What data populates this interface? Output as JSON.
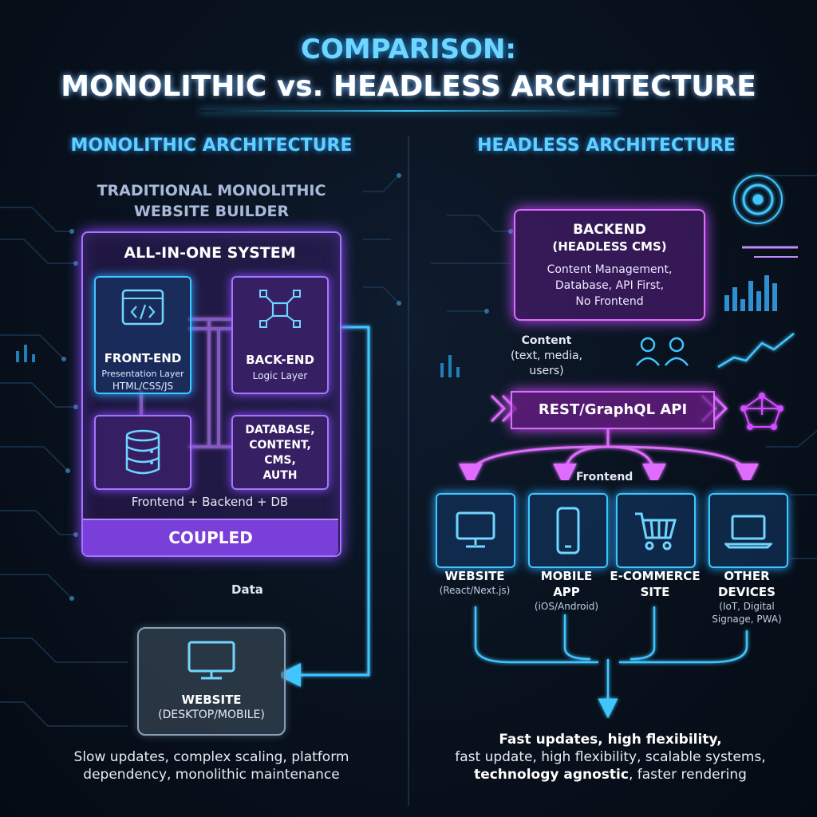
{
  "title": {
    "line1": "COMPARISON:",
    "line2": "MONOLITHIC vs. HEADLESS ARCHITECTURE"
  },
  "monolithic": {
    "heading": "MONOLITHIC ARCHITECTURE",
    "subheading_line1": "TRADITIONAL MONOLITHIC",
    "subheading_line2": "WEBSITE BUILDER",
    "system_title": "ALL-IN-ONE SYSTEM",
    "frontend": {
      "title": "FRONT-END",
      "line1": "Presentation Layer",
      "line2": "HTML/CSS/JS"
    },
    "backend": {
      "title": "BACK-END",
      "line1": "Logic Layer"
    },
    "database": {
      "line1": "DATABASE,",
      "line2": "CONTENT,",
      "line3": "CMS,",
      "line4": "AUTH"
    },
    "stack_label": "Frontend + Backend + DB",
    "coupled_label": "COUPLED",
    "data_label": "Data",
    "website": {
      "title": "WEBSITE",
      "sub": "(DESKTOP/MOBILE)"
    },
    "summary_line1": "Slow updates, complex scaling, platform",
    "summary_line2": "dependency, monolithic maintenance"
  },
  "headless": {
    "heading": "HEADLESS ARCHITECTURE",
    "backend": {
      "title": "BACKEND",
      "subtitle": "(HEADLESS CMS)",
      "line1": "Content Management,",
      "line2": "Database, API First,",
      "line3": "No Frontend"
    },
    "content": {
      "line1": "Content",
      "line2": "(text, media,",
      "line3": "users)"
    },
    "api_label": "REST/GraphQL API",
    "frontend_label": "Frontend",
    "devices": [
      {
        "icon": "monitor-icon",
        "title1": "WEBSITE",
        "title2": "",
        "sub1": "(React/Next.js)",
        "sub2": ""
      },
      {
        "icon": "phone-icon",
        "title1": "MOBILE",
        "title2": "APP",
        "sub1": "(iOS/Android)",
        "sub2": ""
      },
      {
        "icon": "cart-icon",
        "title1": "E-COMMERCE",
        "title2": "SITE",
        "sub1": "",
        "sub2": ""
      },
      {
        "icon": "laptop-icon",
        "title1": "OTHER",
        "title2": "DEVICES",
        "sub1": "(IoT, Digital",
        "sub2": "Signage, PWA)"
      }
    ],
    "summary_bold": "Fast updates, high flexibility,",
    "summary_line2": "fast update, high flexibility, scalable systems,",
    "summary_line3_bold": "technology agnostic",
    "summary_line3_rest": ", faster rendering"
  },
  "colors": {
    "cyan": "#3fc6ff",
    "purple": "#a774ff",
    "magenta": "#e06cff",
    "background": "#08111d"
  }
}
